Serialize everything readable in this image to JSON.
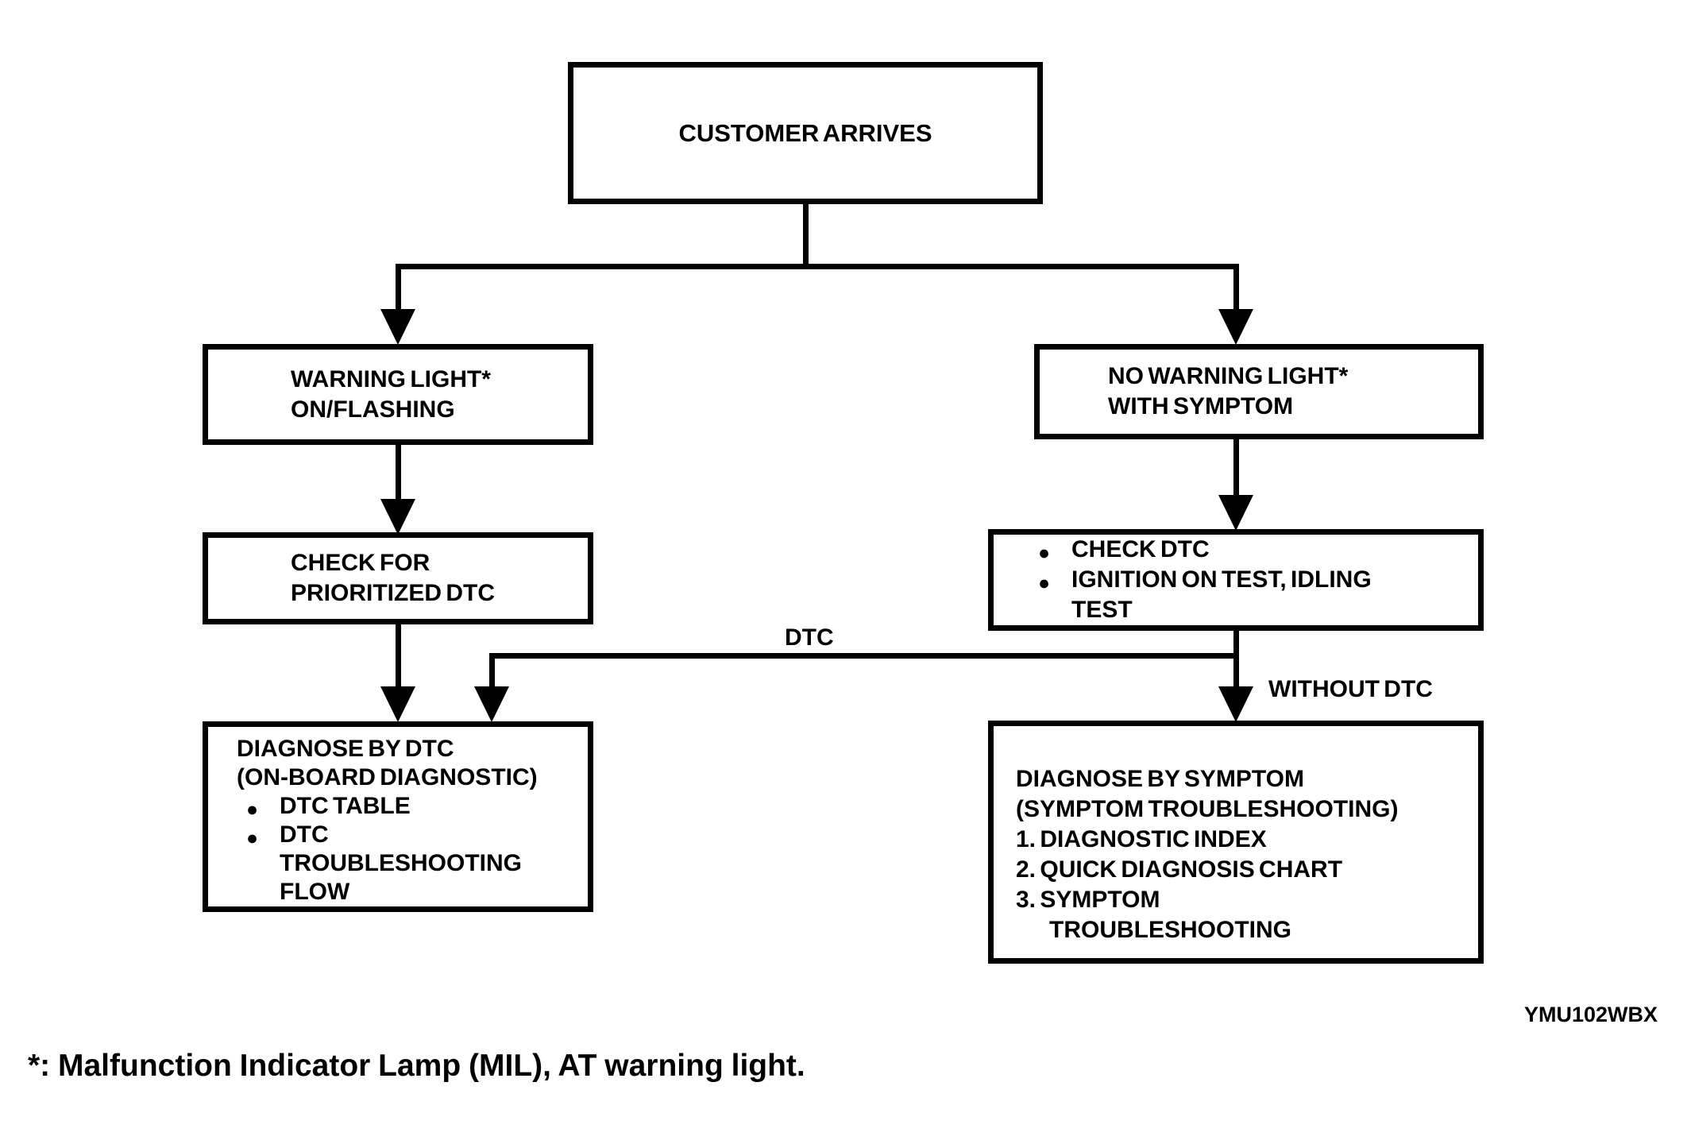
{
  "glyphs": {
    "bullet": "●"
  },
  "flowchart": {
    "nodes": {
      "customer_arrives": {
        "line1": "CUSTOMER ARRIVES"
      },
      "warning_light": {
        "line1": "WARNING LIGHT*",
        "line2": "ON/FLASHING"
      },
      "no_warning_light": {
        "line1": "NO WARNING LIGHT*",
        "line2": "WITH SYMPTOM"
      },
      "check_prioritized_dtc": {
        "line1": "CHECK FOR",
        "line2": "PRIORITIZED DTC"
      },
      "check_dtc": {
        "bullet1": "CHECK DTC",
        "bullet2": "IGNITION ON TEST, IDLING",
        "bullet2_cont": "TEST"
      },
      "diagnose_by_dtc": {
        "line1": "DIAGNOSE BY DTC",
        "line2": "(ON-BOARD DIAGNOSTIC)",
        "bullet1": "DTC TABLE",
        "bullet2": "DTC",
        "bullet2_cont1": "TROUBLESHOOTING",
        "bullet2_cont2": "FLOW"
      },
      "diagnose_by_symptom": {
        "line1": "DIAGNOSE BY SYMPTOM",
        "line2": "(SYMPTOM TROUBLESHOOTING)",
        "item1": "1. DIAGNOSTIC INDEX",
        "item2": "2. QUICK DIAGNOSIS CHART",
        "item3": "3. SYMPTOM",
        "item3_cont": "TROUBLESHOOTING"
      }
    },
    "edge_labels": {
      "dtc": "DTC",
      "without_dtc": "WITHOUT DTC"
    }
  },
  "figure": {
    "code": "YMU102WBX",
    "footnote": "*: Malfunction Indicator Lamp (MIL), AT warning light."
  },
  "colors": {
    "ink": "#000000",
    "paper": "#ffffff"
  }
}
